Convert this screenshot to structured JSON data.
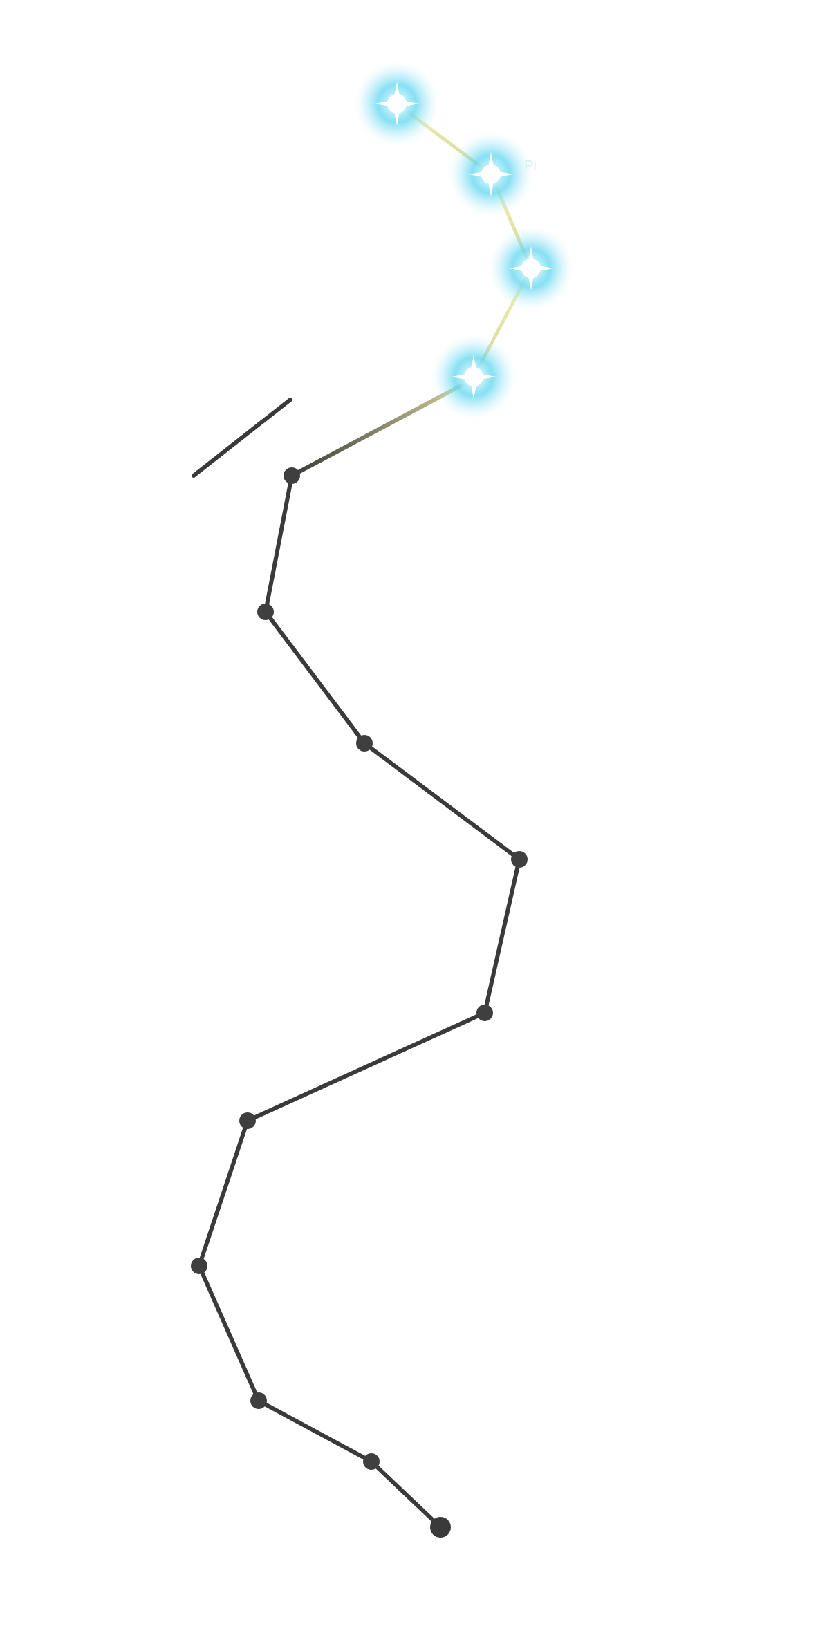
{
  "map": {
    "nodes": [
      {
        "id": "node-1",
        "state": "completed"
      },
      {
        "id": "node-2",
        "state": "completed"
      },
      {
        "id": "node-3",
        "state": "completed"
      },
      {
        "id": "node-4",
        "state": "completed"
      },
      {
        "id": "node-5",
        "state": "locked"
      },
      {
        "id": "node-6",
        "state": "locked"
      },
      {
        "id": "node-7",
        "state": "locked"
      },
      {
        "id": "node-8",
        "state": "locked"
      },
      {
        "id": "node-9",
        "state": "locked"
      },
      {
        "id": "node-10",
        "state": "locked"
      },
      {
        "id": "node-11",
        "state": "locked"
      },
      {
        "id": "node-12",
        "state": "locked"
      },
      {
        "id": "node-13",
        "state": "locked"
      },
      {
        "id": "node-14",
        "state": "locked"
      }
    ],
    "faint_label": "Pi",
    "colors": {
      "path_dark": "#3a3a3a",
      "path_lit": "#eef0a8",
      "star_glow": "#5fd6f0",
      "background": "#ffffff"
    }
  }
}
